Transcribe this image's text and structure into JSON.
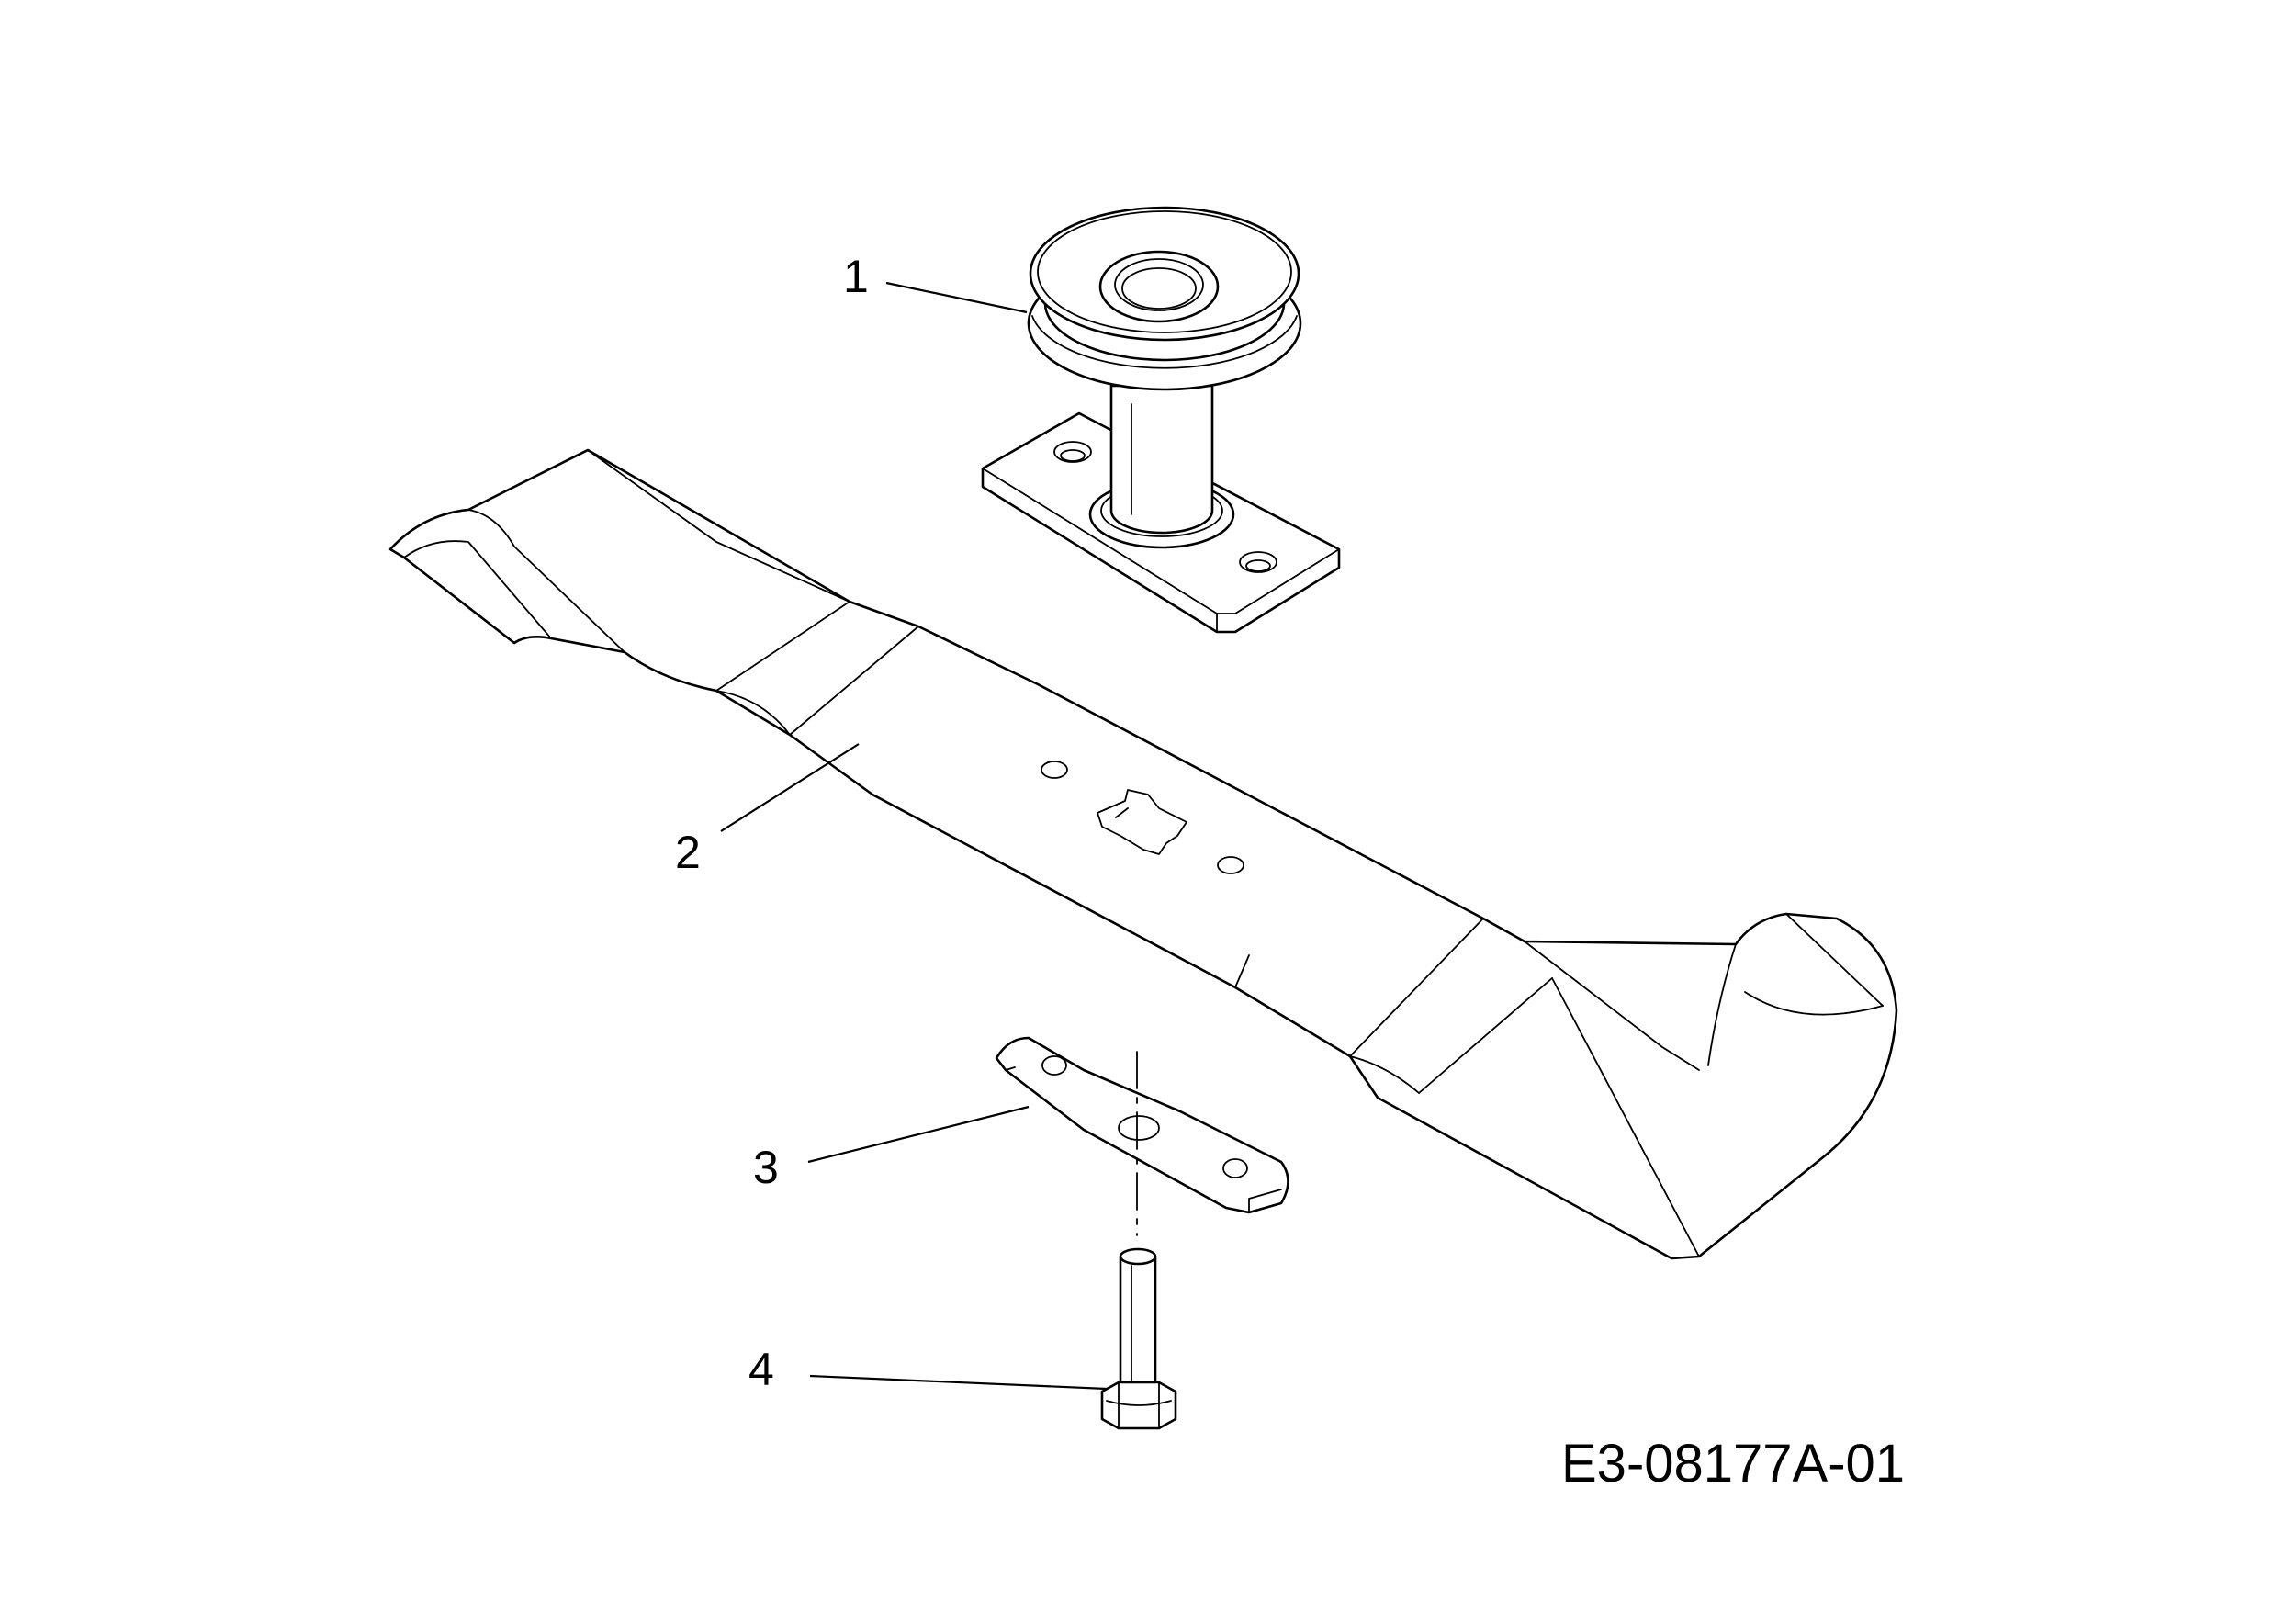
{
  "callouts": [
    {
      "id": "1"
    },
    {
      "id": "2"
    },
    {
      "id": "3"
    },
    {
      "id": "4"
    }
  ],
  "drawing_code": "E3-08177A-01",
  "colors": {
    "line": "#000000",
    "background": "#ffffff"
  }
}
